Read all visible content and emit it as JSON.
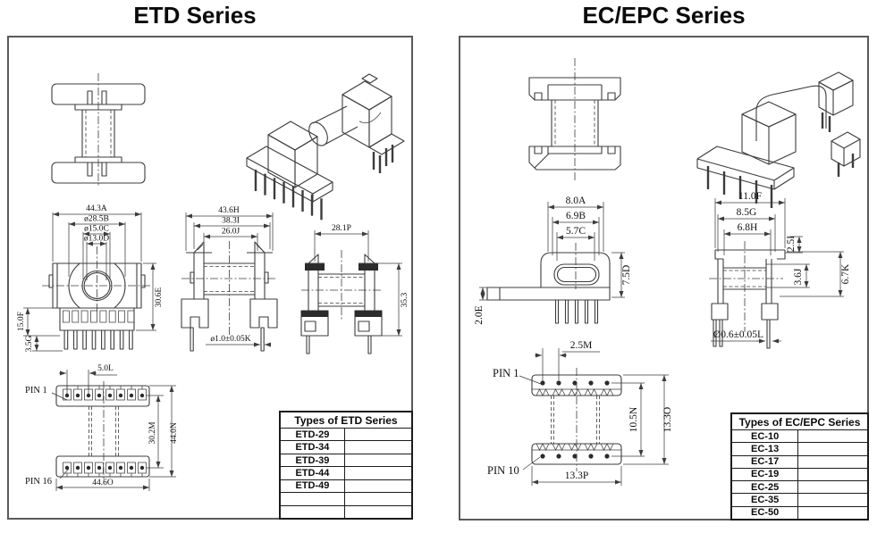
{
  "colors": {
    "line": "#3c3c3c",
    "panel_border": "#5a5a5a",
    "text": "#101010"
  },
  "etd": {
    "title": "ETD Series",
    "front": {
      "a": "44.3A",
      "b": "ø28.5B",
      "c": "ø15.0C",
      "d": "ø13.0D",
      "e": "30.6E",
      "f": "15.0F",
      "g": "3.5G"
    },
    "side": {
      "h": "43.6H",
      "i": "38.3I",
      "j": "26.0J",
      "k": "ø1.0±0.05K"
    },
    "side2": {
      "p": "28.1P",
      "height": "35.3"
    },
    "bottom": {
      "pin1": "PIN 1",
      "pin16": "PIN 16",
      "l": "5.0L",
      "m": "30.2M",
      "n": "44.0N",
      "o": "44.6O"
    },
    "table": {
      "header": "Types of ETD Series",
      "rows": [
        "ETD-29",
        "ETD-34",
        "ETD-39",
        "ETD-44",
        "ETD-49",
        "",
        ""
      ]
    }
  },
  "ec": {
    "title": "EC/EPC Series",
    "front": {
      "a": "8.0A",
      "b": "6.9B",
      "c": "5.7C",
      "d": "7.5D",
      "e": "2.0E"
    },
    "side": {
      "f": "11.0F",
      "g": "8.5G",
      "h": "6.8H",
      "i": "2.5I",
      "j": "3.6J",
      "k": "6.7K",
      "l": "Ø0.6±0.05L"
    },
    "bottom": {
      "pin1": "PIN 1",
      "pin10": "PIN 10",
      "m": "2.5M",
      "n": "10.5N",
      "o": "13.3O",
      "p": "13.3P"
    },
    "table": {
      "header": "Types of EC/EPC Series",
      "rows": [
        "EC-10",
        "EC-13",
        "EC-17",
        "EC-19",
        "EC-25",
        "EC-35",
        "EC-50"
      ]
    }
  }
}
